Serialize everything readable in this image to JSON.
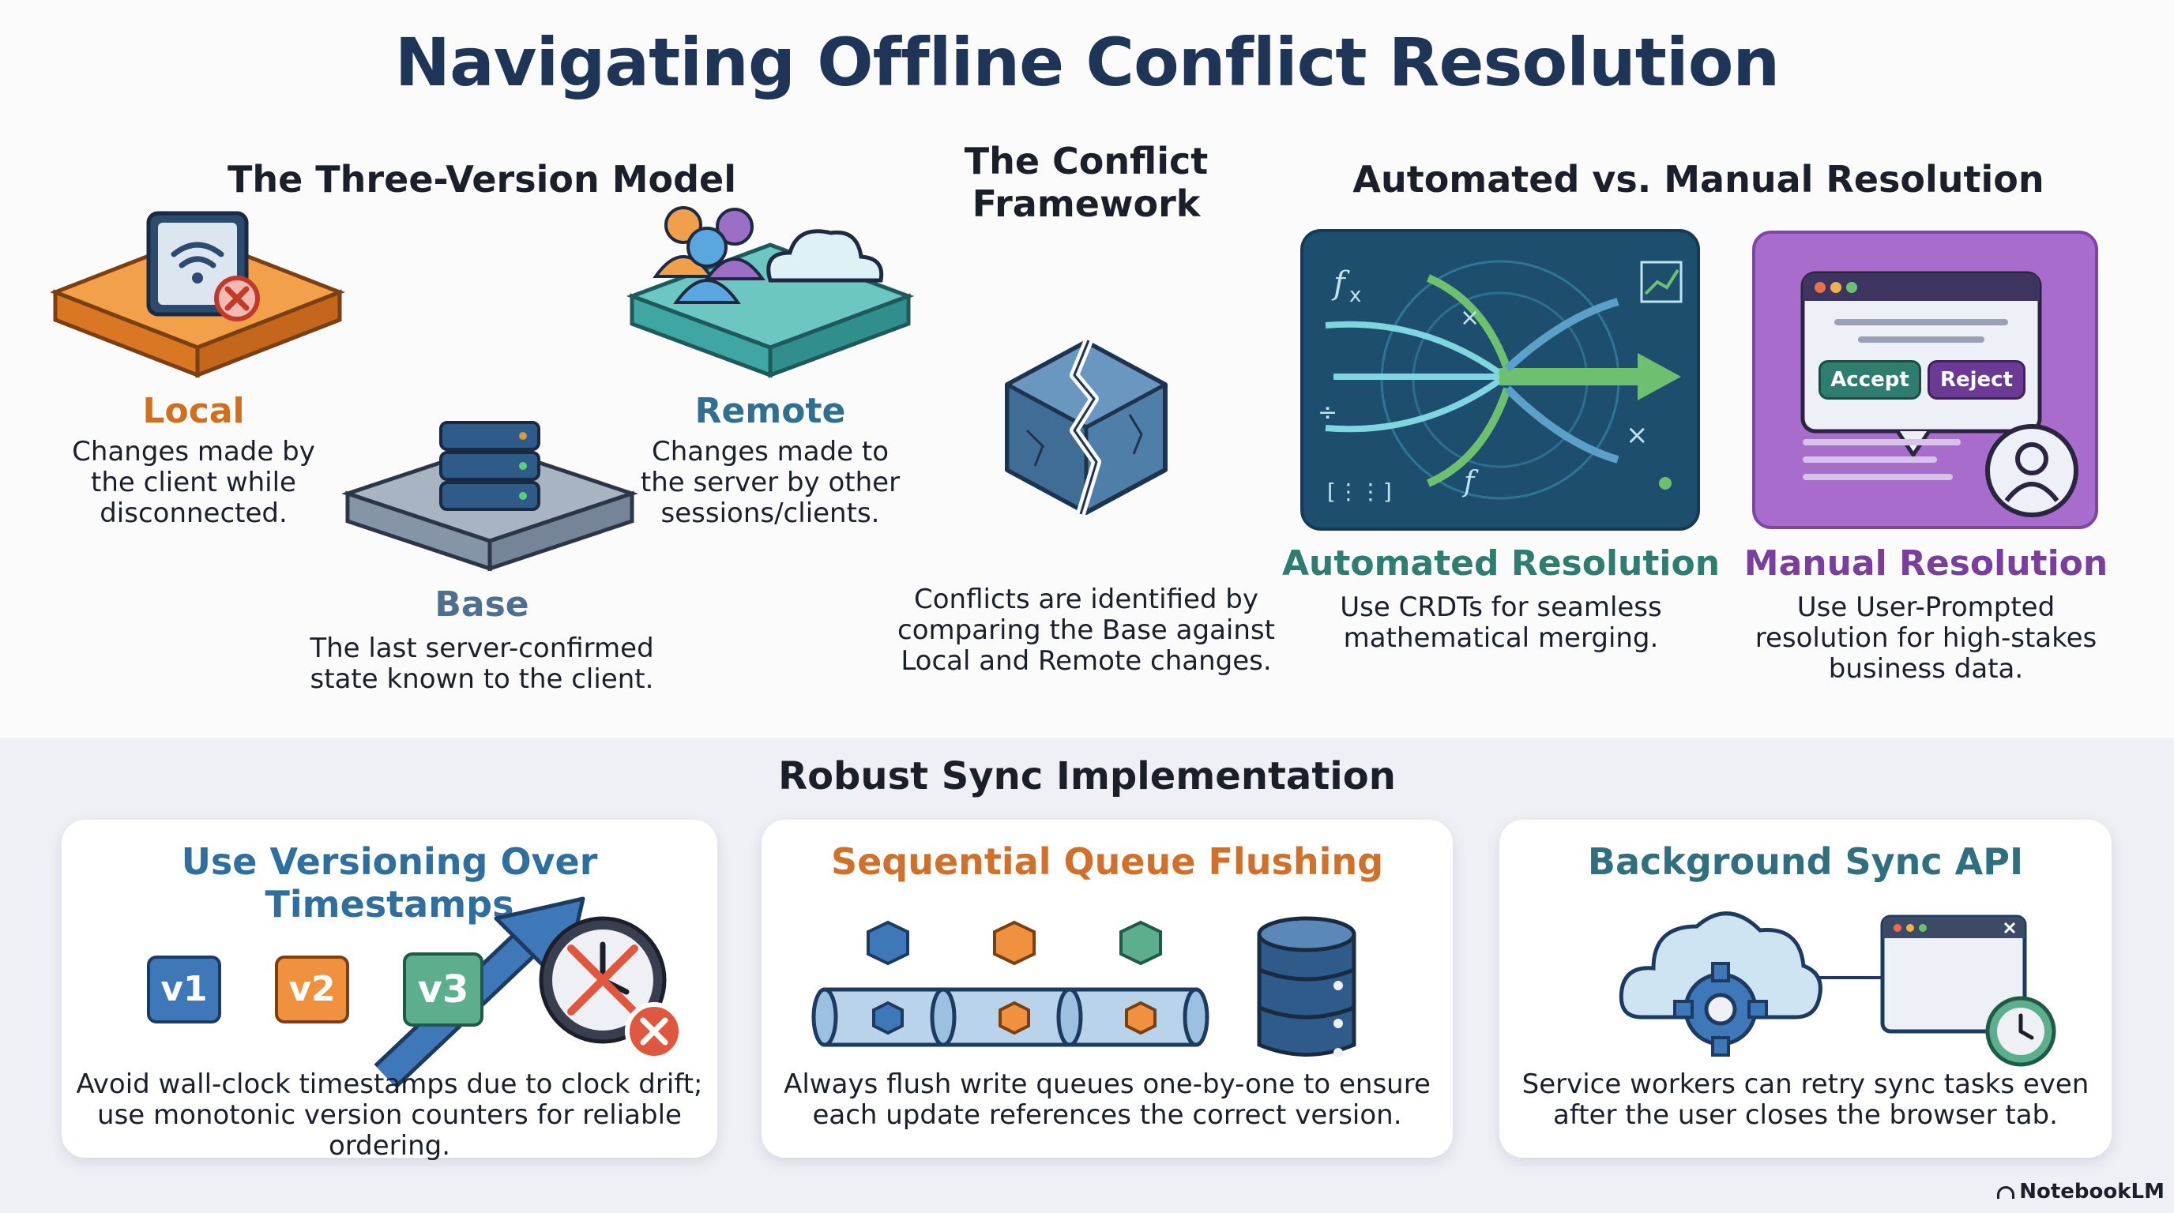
{
  "title": "Navigating Offline Conflict Resolution",
  "three_version": {
    "heading": "The Three-Version Model",
    "local": {
      "title": "Local",
      "desc": [
        "Changes made by",
        "the client while",
        "disconnected."
      ]
    },
    "remote": {
      "title": "Remote",
      "desc": [
        "Changes made to",
        "the server by other",
        "sessions/clients."
      ]
    },
    "base": {
      "title": "Base",
      "desc": [
        "The last server-confirmed",
        "state known to the client."
      ]
    }
  },
  "framework": {
    "heading": "The Conflict Framework",
    "desc": [
      "Conflicts are identified by",
      "comparing the Base against",
      "Local and Remote changes."
    ]
  },
  "resolution": {
    "heading": "Automated vs. Manual Resolution",
    "automated": {
      "title": "Automated Resolution",
      "desc": [
        "Use CRDTs for seamless",
        "mathematical merging."
      ]
    },
    "manual": {
      "title": "Manual Resolution",
      "desc": [
        "Use User-Prompted",
        "resolution for high-stakes",
        "business data."
      ],
      "accept_label": "Accept",
      "reject_label": "Reject"
    }
  },
  "sync": {
    "heading": "Robust Sync Implementation",
    "cards": [
      {
        "title": "Use Versioning Over Timestamps",
        "desc": [
          "Avoid wall-clock timestamps due to clock drift;",
          "use monotonic version counters for reliable ordering."
        ],
        "versions": [
          "v1",
          "v2",
          "v3"
        ]
      },
      {
        "title": "Sequential Queue Flushing",
        "desc": [
          "Always flush write queues one-by-one to ensure",
          "each update references the correct version."
        ]
      },
      {
        "title": "Background Sync API",
        "desc": [
          "Service workers can retry sync tasks even",
          "after the user closes the browser tab."
        ]
      }
    ]
  },
  "brand": "NotebookLM",
  "colors": {
    "navy": "#1f3558",
    "orange": "#e88a3a",
    "teal": "#4fb3b0",
    "slate": "#8c9aae",
    "blue": "#3f78a8",
    "purple": "#9b5fc0",
    "green": "#5cae8c",
    "auto_green": "#2e7d6e"
  },
  "icons": [
    "tablet-offline-icon",
    "users-cloud-icon",
    "server-icon",
    "broken-cube-icon",
    "merge-arrows-icon",
    "dialog-user-icon",
    "clock-cancel-icon",
    "database-icon",
    "cloud-gear-icon",
    "browser-clock-icon"
  ]
}
